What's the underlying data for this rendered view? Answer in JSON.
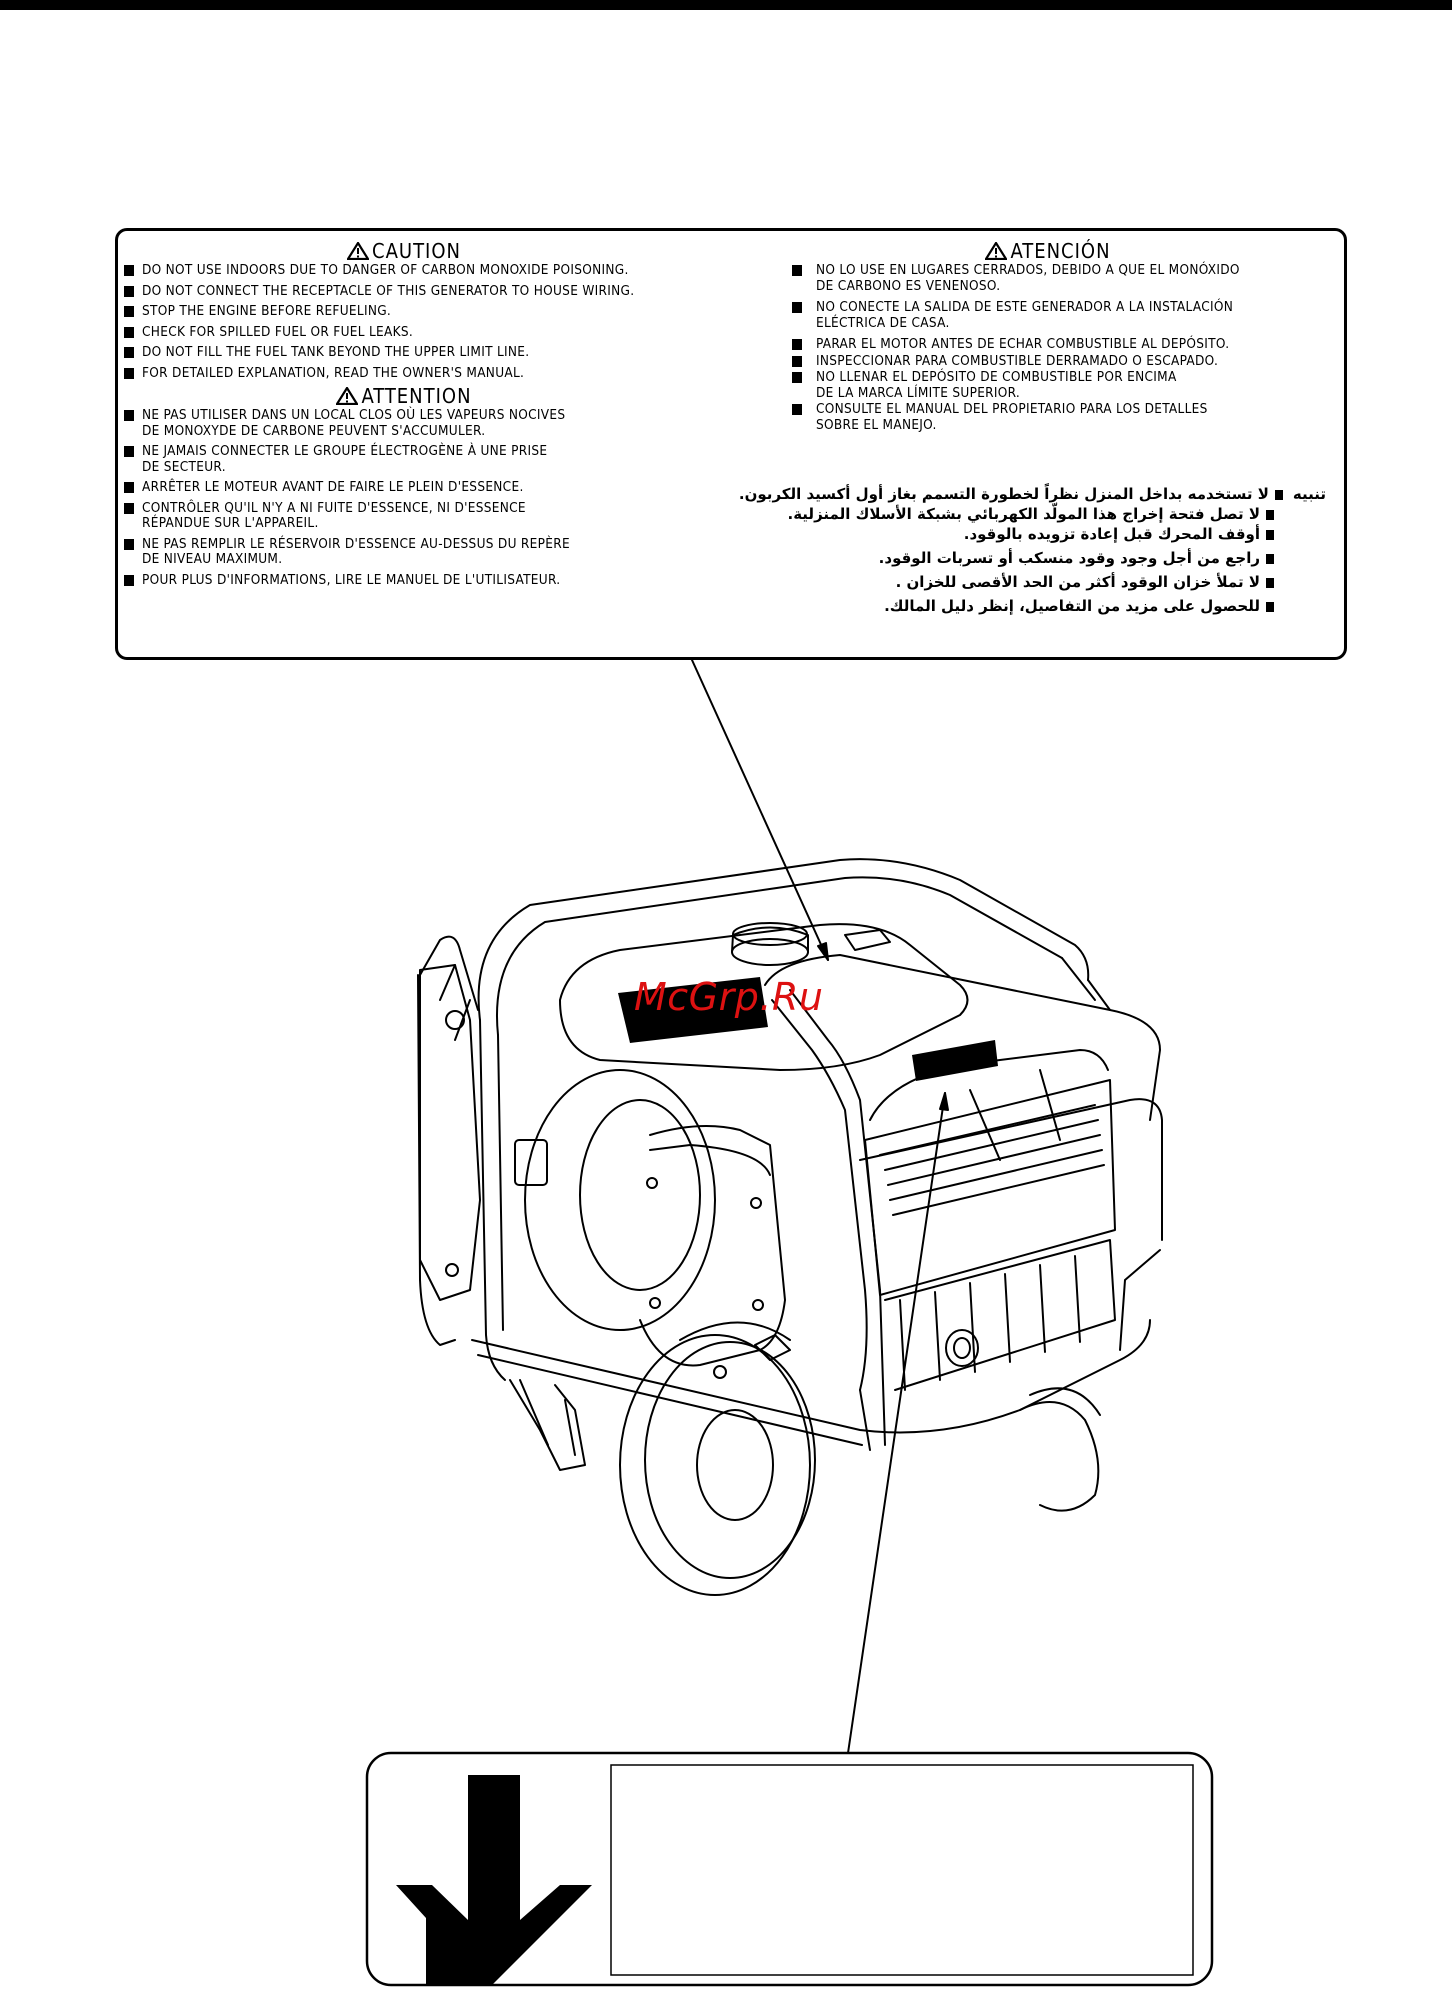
{
  "watermark": "McGrp.Ru",
  "caution": {
    "heading": "CAUTION",
    "items": [
      "DO NOT USE INDOORS DUE TO DANGER OF CARBON MONOXIDE POISONING.",
      "DO NOT CONNECT THE RECEPTACLE OF THIS GENERATOR TO HOUSE WIRING.",
      "STOP THE ENGINE BEFORE REFUELING.",
      "CHECK FOR SPILLED FUEL OR FUEL LEAKS.",
      "DO NOT FILL THE FUEL TANK BEYOND THE UPPER LIMIT LINE.",
      "FOR DETAILED EXPLANATION, READ THE OWNER'S MANUAL."
    ]
  },
  "attention": {
    "heading": "ATTENTION",
    "items": [
      "NE PAS UTILISER DANS UN LOCAL CLOS OÙ LES VAPEURS NOCIVES\nDE MONOXYDE DE CARBONE PEUVENT S'ACCUMULER.",
      "NE JAMAIS CONNECTER LE GROUPE ÉLECTROGÈNE À UNE PRISE\nDE SECTEUR.",
      "ARRÊTER LE MOTEUR AVANT DE FAIRE LE PLEIN D'ESSENCE.",
      "CONTRÔLER QU'IL N'Y A NI FUITE D'ESSENCE, NI D'ESSENCE\nRÉPANDUE SUR L'APPAREIL.",
      "NE PAS REMPLIR LE RÉSERVOIR D'ESSENCE AU-DESSUS DU REPÈRE\nDE NIVEAU MAXIMUM.",
      "POUR PLUS D'INFORMATIONS, LIRE LE MANUEL DE L'UTILISATEUR."
    ]
  },
  "atencion": {
    "heading": "ATENCIÓN",
    "items": [
      "NO LO USE EN LUGARES CERRADOS, DEBIDO A QUE EL MONÓXIDO\nDE CARBONO ES VENENOSO.",
      "NO CONECTE LA SALIDA DE ESTE GENERADOR A LA INSTALACIÓN\nELÉCTRICA DE CASA.",
      "PARAR EL MOTOR ANTES DE ECHAR COMBUSTIBLE AL DEPÓSITO.",
      "INSPECCIONAR PARA COMBUSTIBLE DERRAMADO O ESCAPADO.",
      "NO LLENAR EL DEPÓSITO DE COMBUSTIBLE POR ENCIMA\nDE LA MARCA LÍMITE SUPERIOR.",
      "CONSULTE EL MANUAL DEL PROPIETARIO PARA LOS DETALLES\nSOBRE EL MANEJO."
    ]
  },
  "arabic": {
    "heading": "تنبيه",
    "items": [
      "لا تستخدمه بداخل المنزل نظراً لخطورة التسمم بغاز أول أكسيد الكربون.",
      "لا تصل فتحة إخراج هذا المولّد الكهربائي بشبكة الأسلاك المنزلية.",
      "أوقف المحرك قبل إعادة تزويده بالوقود.",
      "راجع من أجل وجود وقود منسكب أو تسربات الوقود.",
      "لا تملأ خزان الوقود أكثر من الحد الأقصى للخزان .",
      "للحصول على مزيد من التفاصيل، إنظر دليل المالك."
    ]
  },
  "colors": {
    "ink": "#000000",
    "watermark": "#dd1111"
  }
}
